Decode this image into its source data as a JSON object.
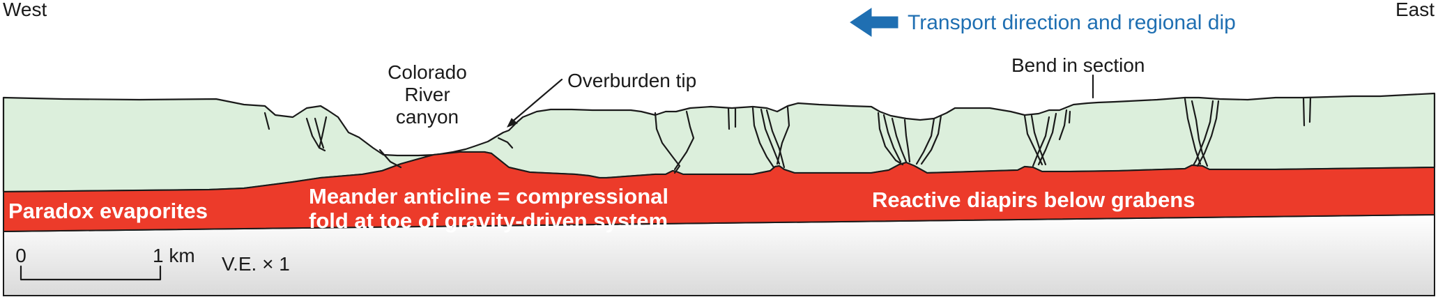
{
  "orientation": {
    "left": "West",
    "right": "East"
  },
  "transport_label": "Transport direction and regional dip",
  "callouts": {
    "canyon": [
      "Colorado",
      "River",
      "canyon"
    ],
    "overburden_tip": "Overburden tip",
    "bend": "Bend in section"
  },
  "units": {
    "paradox": "Paradox evaporites",
    "meander": [
      "Meander anticline = compressional",
      "fold at toe of gravity-driven system"
    ],
    "diapirs": "Reactive diapirs below grabens"
  },
  "scale": {
    "zero": "0",
    "one_km": "1 km",
    "ve": "V.E. × 1"
  },
  "colors": {
    "overburden": "#dcefdc",
    "evaporite": "#ec3b2a",
    "basement": "#e6e6e6",
    "arrow": "#1f6fb2",
    "outline": "#1a1a1a"
  }
}
